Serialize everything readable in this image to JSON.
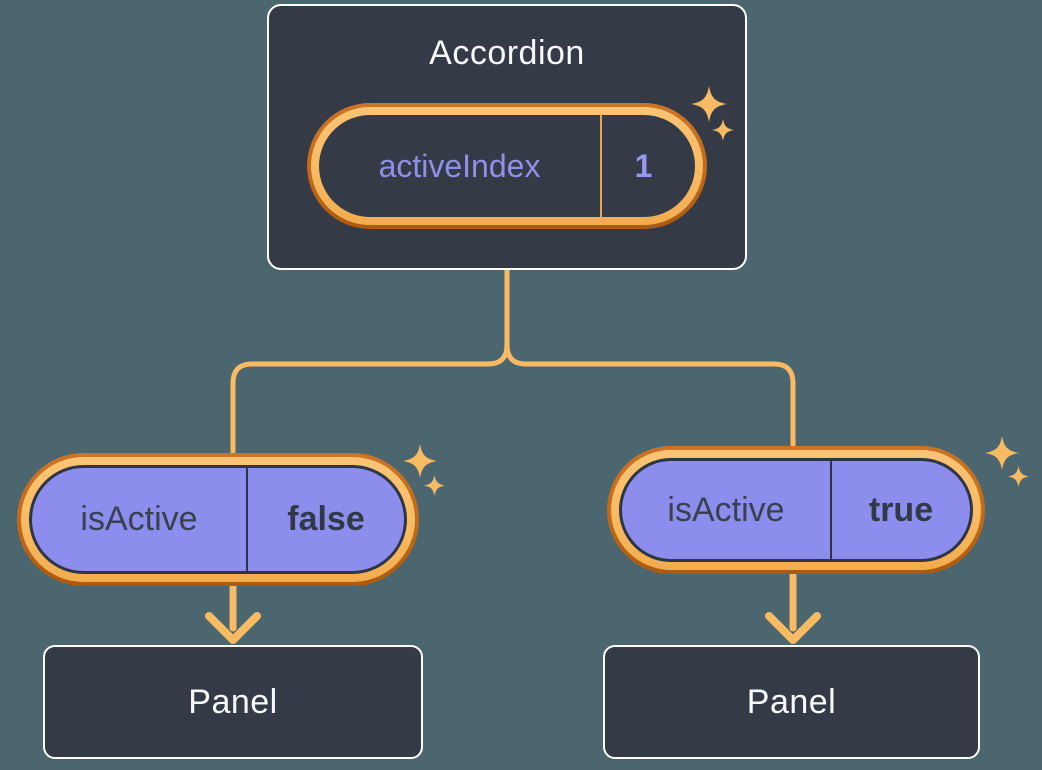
{
  "diagram": {
    "description": "React state-and-props tree: Accordion parent passing isActive props to two Panel children",
    "colors": {
      "background": "#4C6670",
      "box_fill": "#343B47",
      "box_border": "#FFFFFF",
      "accent_orange": "#F8BB63",
      "deep_orange": "#C2691B",
      "purple_pill": "#8C8DED",
      "purple_text": "#8F90E8",
      "dark_text": "#333B49",
      "light_text": "#F7F8FA"
    },
    "icons": {
      "sparkle": "four-point-star"
    }
  },
  "accordion": {
    "title": "Accordion",
    "state": {
      "name": "activeIndex",
      "value": "1"
    }
  },
  "branches": [
    {
      "prop_name": "isActive",
      "prop_value": "false",
      "panel_label": "Panel"
    },
    {
      "prop_name": "isActive",
      "prop_value": "true",
      "panel_label": "Panel"
    }
  ]
}
